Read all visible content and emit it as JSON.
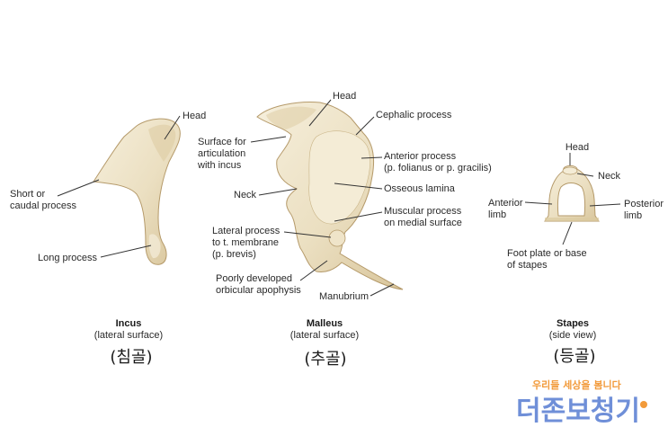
{
  "colors": {
    "bone_fill": "#ece0c2",
    "bone_shade": "#dccaa0",
    "bone_light": "#f5eedb",
    "leader": "#333333",
    "watermark_orange": "#f29a3a",
    "watermark_blue": "#6f8fd8"
  },
  "incus": {
    "caption": "Incus",
    "view": "(lateral surface)",
    "korean": "(침골)",
    "labels": {
      "head": "Head",
      "short_1": "Short or",
      "short_2": "caudal process",
      "long": "Long process"
    }
  },
  "malleus": {
    "caption": "Malleus",
    "view": "(lateral surface)",
    "korean": "(추골)",
    "labels": {
      "head": "Head",
      "cephalic": "Cephalic process",
      "surface_1": "Surface for",
      "surface_2": "articulation",
      "surface_3": "with incus",
      "anterior_1": "Anterior process",
      "anterior_2": "(p. folianus or p. gracilis)",
      "neck": "Neck",
      "osseous": "Osseous lamina",
      "muscular_1": "Muscular process",
      "muscular_2": "on medial surface",
      "lateral_1": "Lateral process",
      "lateral_2": "to t. membrane",
      "lateral_3": "(p. brevis)",
      "poorly_1": "Poorly developed",
      "poorly_2": "orbicular apophysis",
      "manubrium": "Manubrium"
    }
  },
  "stapes": {
    "caption": "Stapes",
    "view": "(side view)",
    "korean": "(등골)",
    "labels": {
      "head": "Head",
      "neck": "Neck",
      "anterior_1": "Anterior",
      "anterior_2": "limb",
      "posterior_1": "Posterior",
      "posterior_2": "limb",
      "foot_1": "Foot plate or base",
      "foot_2": "of stapes"
    }
  },
  "watermark": {
    "small": "우리들 세상을 봄니다",
    "big": "더존보청기"
  }
}
